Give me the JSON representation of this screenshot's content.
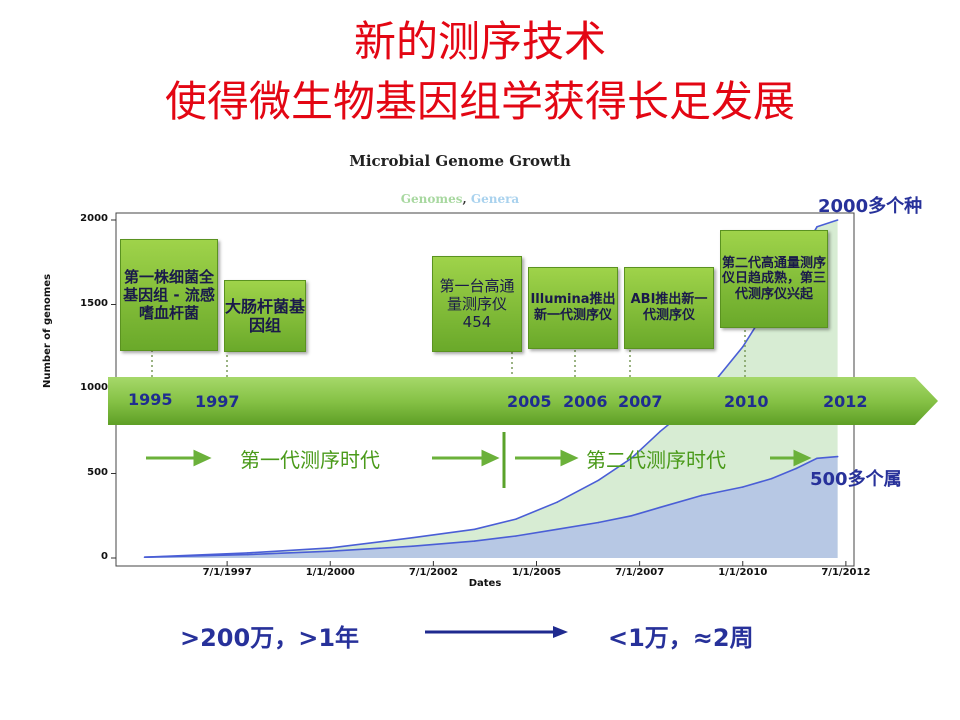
{
  "slide": {
    "title_line1": "新的测序技术",
    "title_line2": "使得微生物基因组学获得长足发展"
  },
  "chart_data": {
    "type": "area",
    "title": "Microbial Genome Growth",
    "legend_part1": "Genomes",
    "legend_sep": ", ",
    "legend_part2": "Genera",
    "xlabel": "Dates",
    "ylabel": "Number of genomes",
    "ylim": [
      0,
      2000
    ],
    "yticks": [
      "0",
      "500",
      "1000",
      "1500",
      "2000"
    ],
    "xticks": [
      "7/1/1997",
      "1/1/2000",
      "7/1/2002",
      "1/1/2005",
      "7/1/2007",
      "1/1/2010",
      "7/1/2012"
    ],
    "series": [
      {
        "name": "Genomes",
        "color": "#4a5ed6",
        "fill": "#d7ecd3",
        "x": [
          1995.5,
          1998,
          2000,
          2002,
          2003.5,
          2004.5,
          2005.5,
          2006.5,
          2007.3,
          2008,
          2009,
          2010,
          2010.7,
          2011.3,
          2011.8,
          2012.3
        ],
        "values": [
          5,
          30,
          60,
          120,
          170,
          230,
          330,
          460,
          590,
          750,
          950,
          1250,
          1520,
          1750,
          1960,
          2000
        ]
      },
      {
        "name": "Genera",
        "color": "#4a5ed6",
        "fill": "#b7c8e4",
        "x": [
          1995.5,
          1998,
          2000,
          2002,
          2003.5,
          2004.5,
          2005.5,
          2006.5,
          2007.3,
          2008,
          2009,
          2010,
          2010.7,
          2011.3,
          2011.8,
          2012.3
        ],
        "values": [
          5,
          20,
          40,
          70,
          100,
          130,
          170,
          210,
          250,
          300,
          370,
          420,
          470,
          530,
          590,
          600
        ]
      }
    ]
  },
  "timeline": {
    "years": [
      "1995",
      "1997",
      "2005",
      "2006",
      "2007",
      "2010",
      "2012"
    ],
    "era1": "第一代测序时代",
    "era2": "第二代测序时代"
  },
  "events": [
    "第一株细菌全基因组 - 流感嗜血杆菌",
    "大肠杆菌基因组",
    "第一台高通量测序仪454",
    "Illumina推出新一代测序仪",
    "ABI推出新一代测序仪",
    "第二代高通量测序仪日趋成熟，第三代测序仪兴起"
  ],
  "callouts": {
    "species": "2000多个种",
    "genera": "500多个属"
  },
  "comparison": {
    "before": ">200万，>1年",
    "after": "<1万，≈2周"
  },
  "colors": {
    "title_red": "#e30613",
    "green_band": "#7bbd3c",
    "navy": "#27319a",
    "genomes_legend": "#a8d8a0",
    "genera_legend": "#a9d2ee"
  }
}
